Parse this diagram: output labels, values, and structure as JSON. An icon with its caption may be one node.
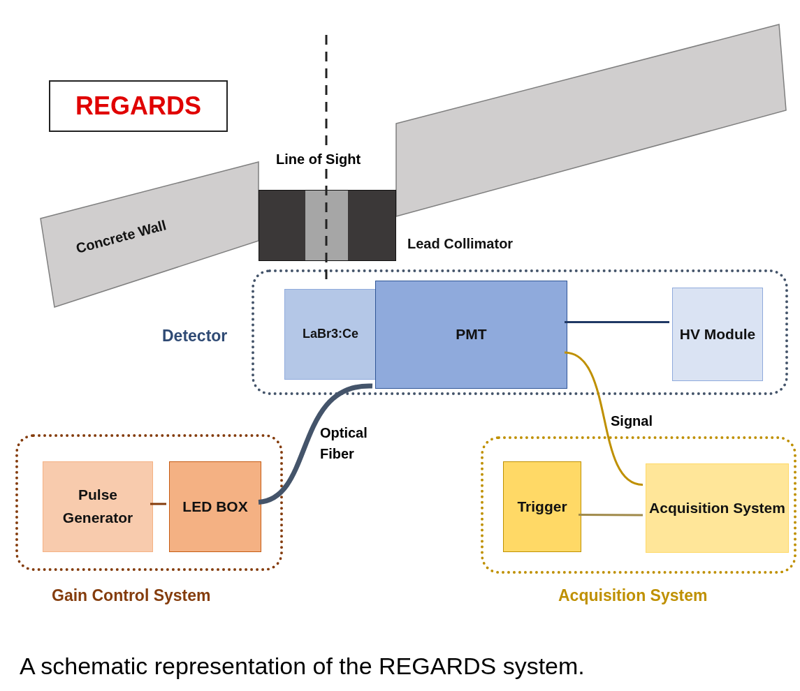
{
  "diagram": {
    "caption": "A schematic representation of the REGARDS system.",
    "nodes": [
      {
        "text": [
          "REGARDS"
        ]
      },
      {
        "text": [
          "Concrete Wall"
        ]
      },
      {
        "text": [
          "Lead Collimator"
        ]
      },
      {
        "text": [
          "Detector"
        ]
      },
      {
        "text": [
          "LaBr3:Ce"
        ],
        "in": 3
      },
      {
        "text": [
          "PMT"
        ],
        "in": 3
      },
      {
        "text": [
          "HV Module"
        ],
        "in": 3
      },
      {
        "text": [
          "Gain Control System"
        ]
      },
      {
        "text": [
          "Pulse Generator"
        ],
        "in": 7
      },
      {
        "text": [
          "LED BOX"
        ],
        "in": 7
      },
      {
        "text": [
          "Acquisition System"
        ]
      },
      {
        "text": [
          "Trigger"
        ],
        "in": 10
      },
      {
        "text": [
          "Acquisition System"
        ],
        "in": 10
      }
    ],
    "edges": [
      {
        "from": 5,
        "to": 6,
        "arrow": "none",
        "color": "#1f3864"
      },
      {
        "from": 9,
        "to": 5,
        "arrow": "none",
        "label": "Optical Fiber",
        "style": "thick",
        "color": "#44546a"
      },
      {
        "from": 5,
        "to": 12,
        "arrow": "none",
        "label": "Signal",
        "color": "#bf9000"
      },
      {
        "from": 8,
        "to": 9,
        "arrow": "none",
        "color": "#843c0c"
      },
      {
        "from": 11,
        "to": 12,
        "arrow": "none",
        "color": "#a08a4a"
      }
    ],
    "labels": [
      "Line of Sight"
    ]
  }
}
